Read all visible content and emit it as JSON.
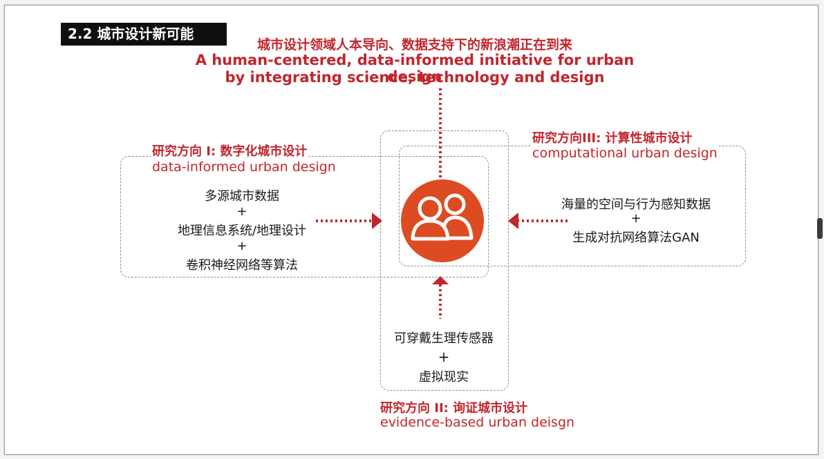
{
  "title": "2.2 城市设计新可能",
  "headline": {
    "zh": "城市设计领域人本导向、数据支持下的新浪潮正在到来",
    "en_line1": "A human-centered, data-informed initiative for urban design",
    "en_line2": "by integrating science, technology and design"
  },
  "direction1": {
    "zh": "研究方向 I: 数字化城市设计",
    "en": "data-informed urban design",
    "items": [
      "多源城市数据",
      "地理信息系统/地理设计",
      "卷积神经网络等算法"
    ],
    "plus": "+"
  },
  "direction2": {
    "zh": "研究方向 II: 询证城市设计",
    "en": "evidence-based urban deisgn",
    "items": [
      "可穿戴生理传感器",
      "虚拟现实"
    ],
    "plus": "+"
  },
  "direction3": {
    "zh": "研究方向III: 计算性城市设计",
    "en": "computational urban design",
    "items": [
      "海量的空间与行为感知数据",
      "生成对抗网络算法GAN"
    ],
    "plus": "+"
  },
  "center_icon": "people-icon",
  "colors": {
    "accent_red": "#c0262d",
    "circle_orange": "#dc4b22",
    "title_bg": "#0f0f0f"
  }
}
